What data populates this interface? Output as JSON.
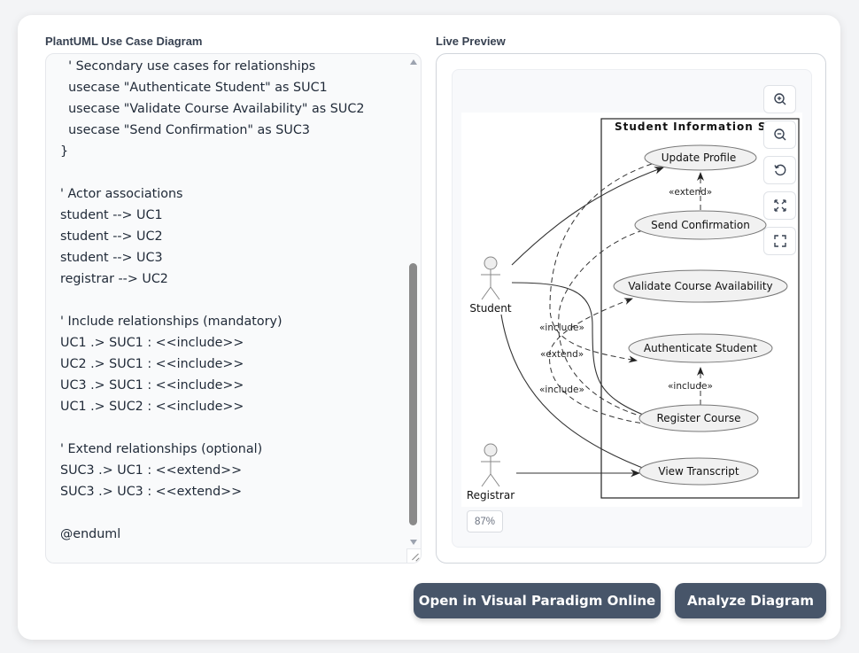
{
  "editor": {
    "title": "PlantUML Use Case Diagram",
    "lines": [
      "  ' Secondary use cases for relationships",
      "  usecase \"Authenticate Student\" as SUC1",
      "  usecase \"Validate Course Availability\" as SUC2",
      "  usecase \"Send Confirmation\" as SUC3",
      "}",
      "",
      "' Actor associations",
      "student --> UC1",
      "student --> UC2",
      "student --> UC3",
      "registrar --> UC2",
      "",
      "' Include relationships (mandatory)",
      "UC1 .> SUC1 : <<include>>",
      "UC2 .> SUC1 : <<include>>",
      "UC3 .> SUC1 : <<include>>",
      "UC1 .> SUC2 : <<include>>",
      "",
      "' Extend relationships (optional)",
      "SUC3 .> UC1 : <<extend>>",
      "SUC3 .> UC3 : <<extend>>",
      "",
      "@enduml"
    ]
  },
  "preview": {
    "title": "Live Preview",
    "zoom_level": "87%",
    "toolbar": [
      {
        "name": "zoom-in",
        "icon": "zoom-in-icon"
      },
      {
        "name": "zoom-out",
        "icon": "zoom-out-icon"
      },
      {
        "name": "reset",
        "icon": "reset-icon"
      },
      {
        "name": "fit",
        "icon": "fit-icon"
      },
      {
        "name": "fullscreen",
        "icon": "fullscreen-icon"
      }
    ],
    "diagram": {
      "system_name": "Student Information Sys",
      "actors": [
        "Student",
        "Registrar"
      ],
      "use_cases": {
        "update_profile": "Update Profile",
        "send_confirmation": "Send Confirmation",
        "validate_course": "Validate Course Availability",
        "authenticate_student": "Authenticate Student",
        "register_course": "Register Course",
        "view_transcript": "View Transcript"
      },
      "stereotypes": {
        "extend": "«extend»",
        "include": "«include»"
      }
    }
  },
  "actions": {
    "open_vp": "Open in Visual Paradigm Online",
    "analyze": "Analyze Diagram"
  }
}
